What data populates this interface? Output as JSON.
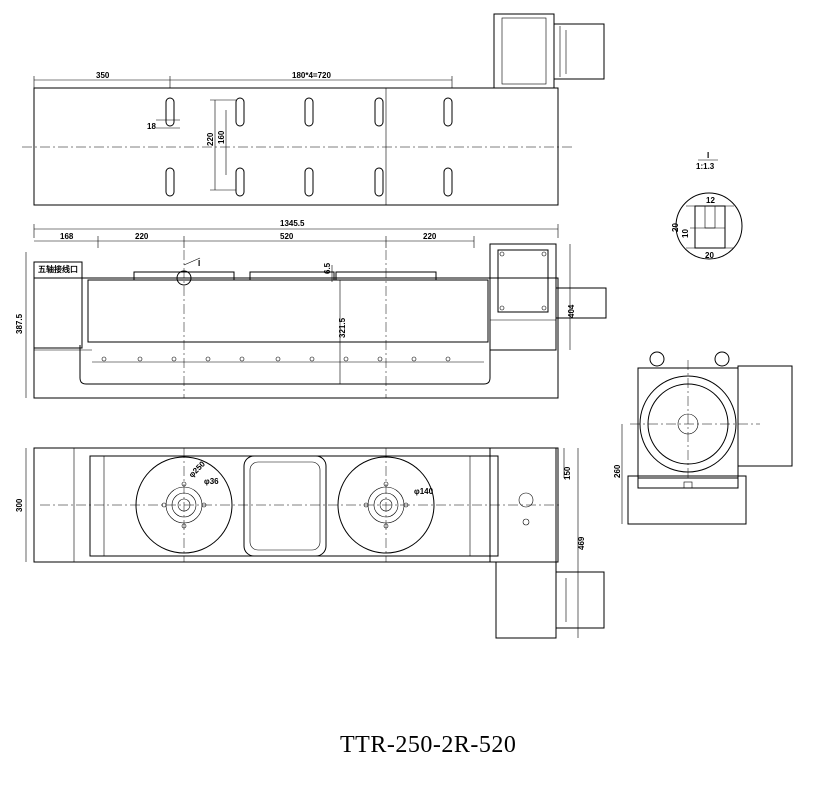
{
  "title": "TTR-250-2R-520",
  "top_view": {
    "dim_350": "350",
    "dim_slots": "180*4=720",
    "dim_18": "18",
    "dim_220": "220",
    "dim_160": "160"
  },
  "front_view": {
    "dim_total": "1345.5",
    "dim_168": "168",
    "dim_220_left": "220",
    "dim_520": "520",
    "dim_220_right": "220",
    "dim_height": "387.5",
    "dim_321": "321.5",
    "dim_65": "6.5",
    "dim_404": "404",
    "section_mark": "I",
    "axis_label": "五轴接线口"
  },
  "plan_view": {
    "dim_300": "300",
    "dim_250": "φ250",
    "dim_36": "φ36",
    "dim_140": "φ140",
    "dim_150": "150",
    "dim_469": "469"
  },
  "detail": {
    "mark": "I",
    "scale": "1:1.3",
    "dim_12": "12",
    "dim_20_side": "20",
    "dim_10": "10",
    "dim_20_bottom": "20"
  },
  "side_view": {
    "dim_260": "260"
  }
}
